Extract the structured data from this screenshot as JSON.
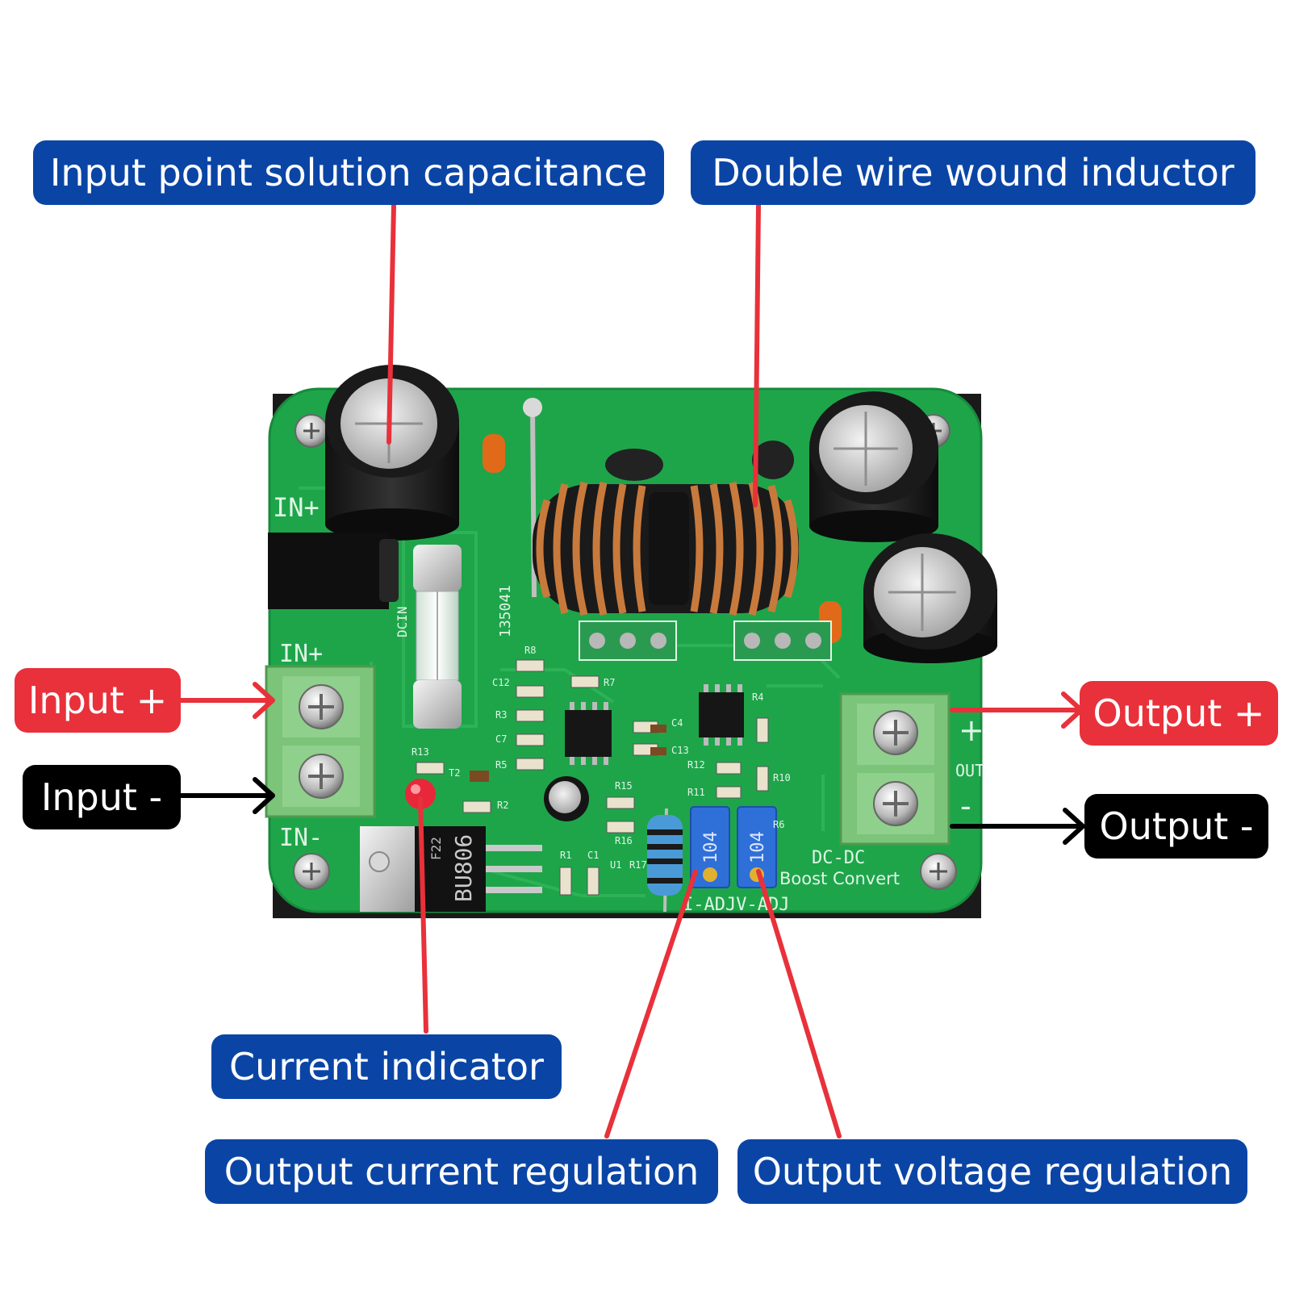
{
  "callouts": {
    "input_capacitance": "Input point solution capacitance",
    "inductor": "Double wire wound inductor",
    "current_indicator": "Current indicator",
    "current_regulation": "Output current regulation",
    "voltage_regulation": "Output voltage regulation",
    "input_plus": "Input +",
    "input_minus": "Input -",
    "output_plus": "Output +",
    "output_minus": "Output -"
  },
  "board_silkscreen": {
    "in_plus_top": "IN+",
    "in_plus": "IN+",
    "in_minus": "IN-",
    "dcin": "DCIN",
    "batch": "135041",
    "dc_dc": "DC-DC",
    "boost_converter": "Boost Convert",
    "adj": "I-ADJV-ADJ",
    "out": "OUT",
    "plus": "+",
    "minus": "-",
    "transistor_model": "BU806",
    "transistor_code": "F22",
    "pot_left": "104",
    "pot_right": "104",
    "refs": {
      "r8": "R8",
      "r7": "R7",
      "r4": "R4",
      "r3": "R3",
      "r5": "R5",
      "r2": "R2",
      "r13": "R13",
      "r15": "R15",
      "r16": "R16",
      "r1": "R1",
      "r12": "R12",
      "r11": "R11",
      "r10": "R10",
      "r6": "R6",
      "r17": "R17",
      "c12": "C12",
      "c7": "C7",
      "c4": "C4",
      "c13": "C13",
      "c1": "C1",
      "t2": "T2",
      "u1": "U1"
    }
  },
  "colors": {
    "callout_blue": "#0a45a6",
    "callout_red": "#e8313a",
    "callout_black": "#000000",
    "pointer_red": "#e8313a",
    "pcb_green": "#1ea54a",
    "terminal_green": "#7cc47a",
    "copper": "#c87a3c"
  }
}
